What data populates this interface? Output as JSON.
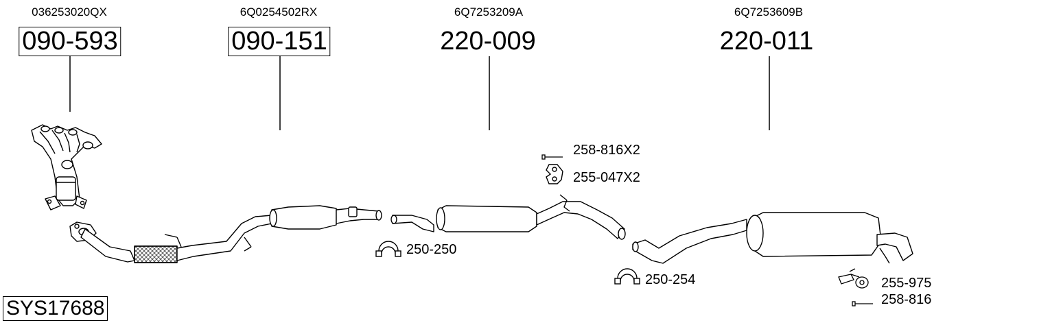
{
  "parts": [
    {
      "oe_number": "036253020QX",
      "part_number": "090-593",
      "boxed": true
    },
    {
      "oe_number": "6Q0254502RX",
      "part_number": "090-151",
      "boxed": true
    },
    {
      "oe_number": "6Q7253209A",
      "part_number": "220-009",
      "boxed": false
    },
    {
      "oe_number": "6Q7253609B",
      "part_number": "220-011",
      "boxed": false
    }
  ],
  "accessories": [
    {
      "label": "258-816X2",
      "icon": "bolt-icon"
    },
    {
      "label": "255-047X2",
      "icon": "rubber-mount-icon"
    },
    {
      "label": "250-250",
      "icon": "clamp-icon"
    },
    {
      "label": "250-254",
      "icon": "clamp-icon"
    },
    {
      "label": "255-975",
      "icon": "bracket-icon"
    },
    {
      "label": "258-816",
      "icon": "bolt-icon"
    }
  ],
  "system_code": "SYS17688",
  "colors": {
    "line": "#000000",
    "part_fill": "#ffffff",
    "hatch": "#555555"
  }
}
